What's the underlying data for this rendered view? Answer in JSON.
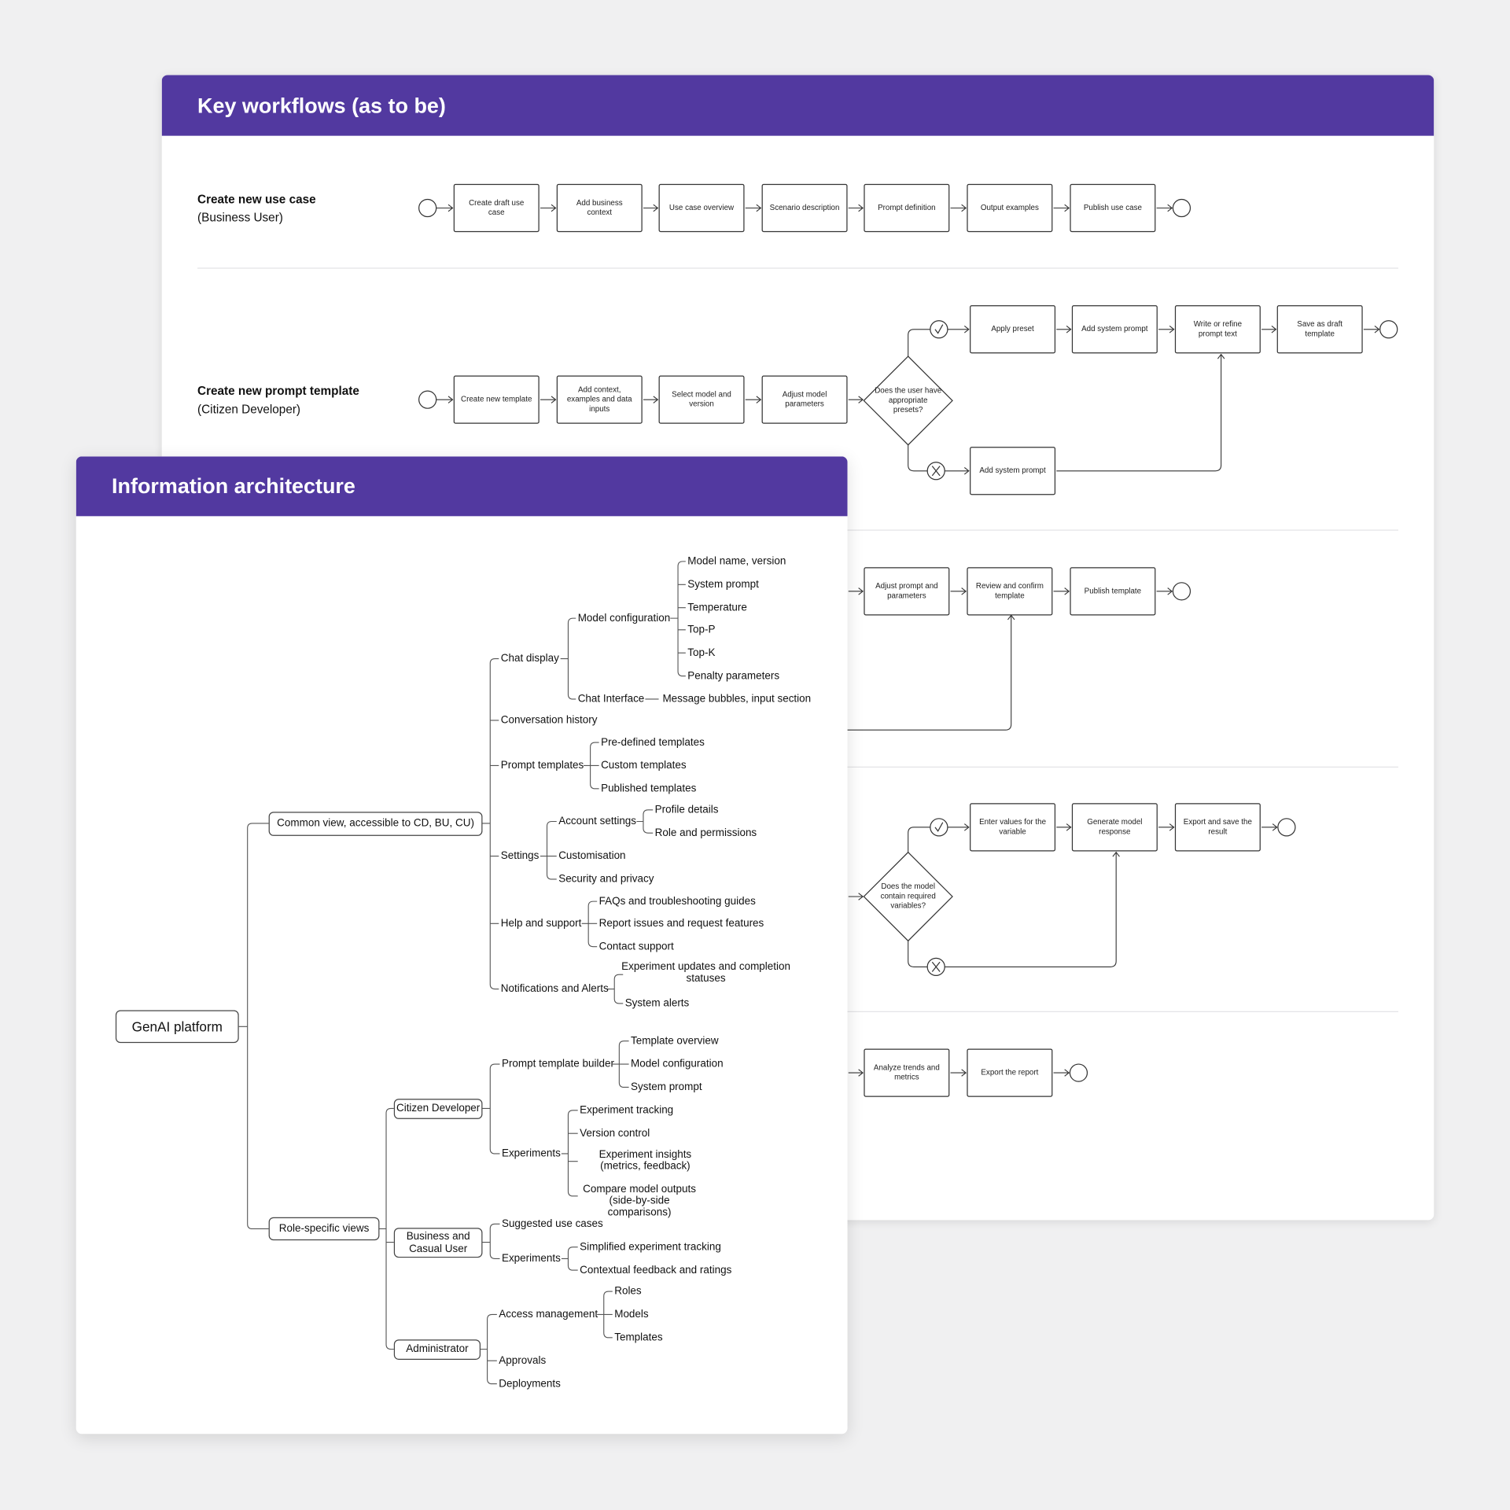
{
  "colors": {
    "header": "#5239a0",
    "background": "#f0f0f1",
    "line": "#333333"
  },
  "workflows": {
    "title": "Key workflows (as to be)",
    "row1": {
      "name": "Create new use case",
      "role": "(Business User)",
      "steps": [
        "Create draft use case",
        "Add business context",
        "Use case overview",
        "Scenario description",
        "Prompt definition",
        "Output examples",
        "Publish use case"
      ]
    },
    "row2": {
      "name": "Create new prompt template",
      "role": "(Citizen Developer)",
      "steps": [
        "Create new template",
        "Add context, examples and data inputs",
        "Select model and version",
        "Adjust model parameters"
      ],
      "decision": "Does the user have appropriate presets?",
      "yes_steps": [
        "Apply preset",
        "Add system prompt",
        "Write or refine prompt text",
        "Save as draft template"
      ],
      "no_steps": [
        "Add system prompt"
      ]
    },
    "row3": {
      "steps": [
        "Adjust prompt and parameters",
        "Review and confirm template",
        "Publish template"
      ]
    },
    "row4": {
      "decision": "Does the model contain required variables?",
      "yes_steps": [
        "Enter values for the variable",
        "Generate model response",
        "Export and save the result"
      ]
    },
    "row5": {
      "steps": [
        "Analyze trends and metrics",
        "Export the report"
      ]
    },
    "icons": {
      "yes": "check-icon",
      "no": "x-icon",
      "event": "circle-event-icon"
    }
  },
  "ia": {
    "title": "Information architecture",
    "root": "GenAI platform",
    "common": {
      "label": "Common view, accessible to CD, BU, CU)",
      "chat_display": {
        "label": "Chat display",
        "model_config": {
          "label": "Model configuration",
          "items": [
            "Model name, version",
            "System prompt",
            "Temperature",
            "Top-P",
            "Top-K",
            "Penalty parameters"
          ]
        },
        "chat_interface": {
          "label": "Chat Interface",
          "detail": "Message bubbles, input section"
        }
      },
      "conversation_history": "Conversation history",
      "prompt_templates": {
        "label": "Prompt templates",
        "items": [
          "Pre-defined templates",
          "Custom templates",
          "Published templates"
        ]
      },
      "settings": {
        "label": "Settings",
        "account": {
          "label": "Account settings",
          "items": [
            "Profile details",
            "Role and permissions"
          ]
        },
        "items": [
          "Customisation",
          "Security and privacy"
        ]
      },
      "help": {
        "label": "Help and support",
        "items": [
          "FAQs and troubleshooting guides",
          "Report issues and request features",
          "Contact support"
        ]
      },
      "notifications": {
        "label": "Notifications and Alerts",
        "items": [
          "Experiment updates and completion statuses",
          "System alerts"
        ]
      }
    },
    "roles": {
      "label": "Role-specific views",
      "cd": {
        "label": "Citizen Developer",
        "builder": {
          "label": "Prompt template builder",
          "items": [
            "Template overview",
            "Model configuration",
            "System prompt"
          ]
        },
        "experiments": {
          "label": "Experiments",
          "items": [
            "Experiment tracking",
            "Version control",
            "Experiment insights (metrics, feedback)",
            "Compare model outputs (side-by-side comparisons)"
          ]
        }
      },
      "bu": {
        "label": "Business and Casual User",
        "items": [
          "Suggested use cases"
        ],
        "experiments": {
          "label": "Experiments",
          "items": [
            "Simplified experiment tracking",
            "Contextual feedback and ratings"
          ]
        }
      },
      "admin": {
        "label": "Administrator",
        "access": {
          "label": "Access management",
          "items": [
            "Roles",
            "Models",
            "Templates"
          ]
        },
        "items": [
          "Approvals",
          "Deployments"
        ]
      }
    }
  }
}
